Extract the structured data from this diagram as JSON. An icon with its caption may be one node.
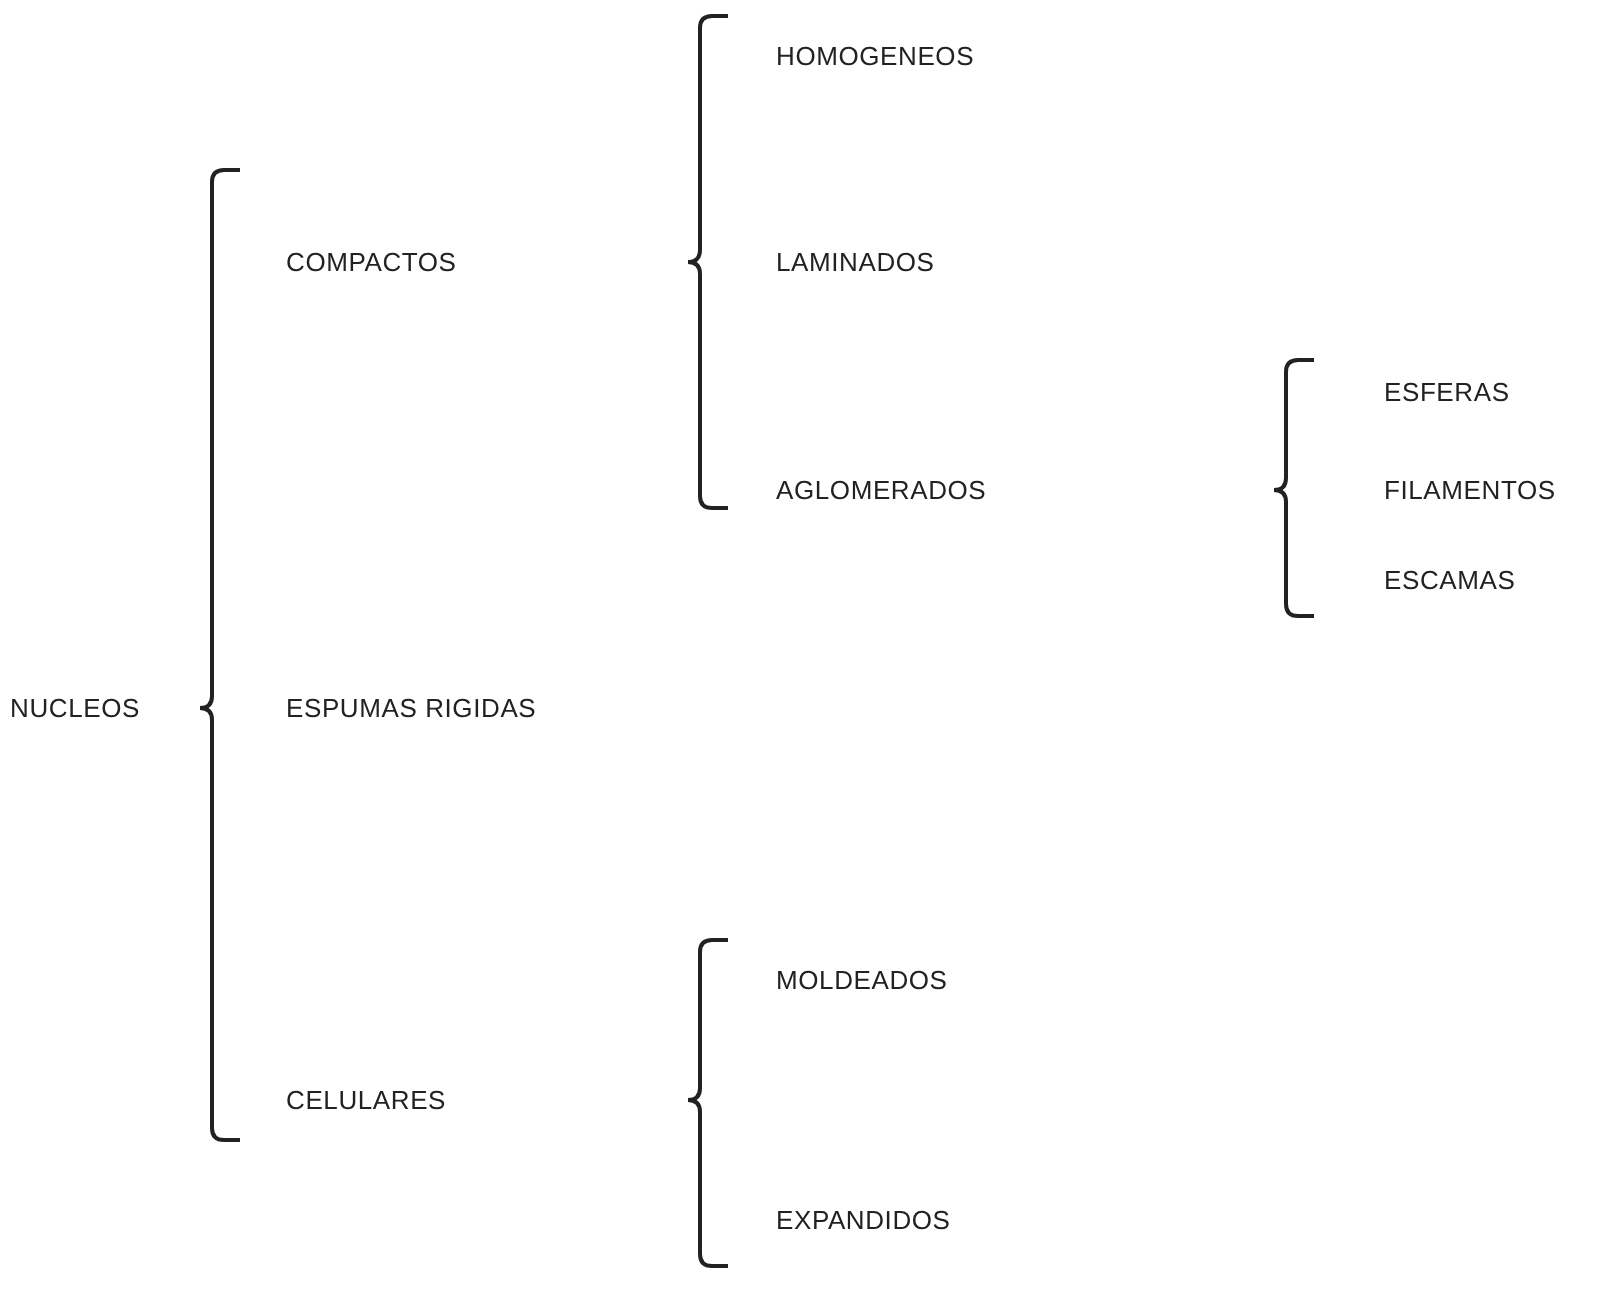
{
  "diagram": {
    "labels": [
      "HOMOGENEOS",
      "COMPACTOS",
      "LAMINADOS",
      "ESFERAS",
      "AGLOMERADOS",
      "FILAMENTOS",
      "ESCAMAS",
      "NUCLEOS",
      "ESPUMAS RIGIDAS",
      "MOLDEADOS",
      "CELULARES",
      "EXPANDIDOS"
    ]
  }
}
